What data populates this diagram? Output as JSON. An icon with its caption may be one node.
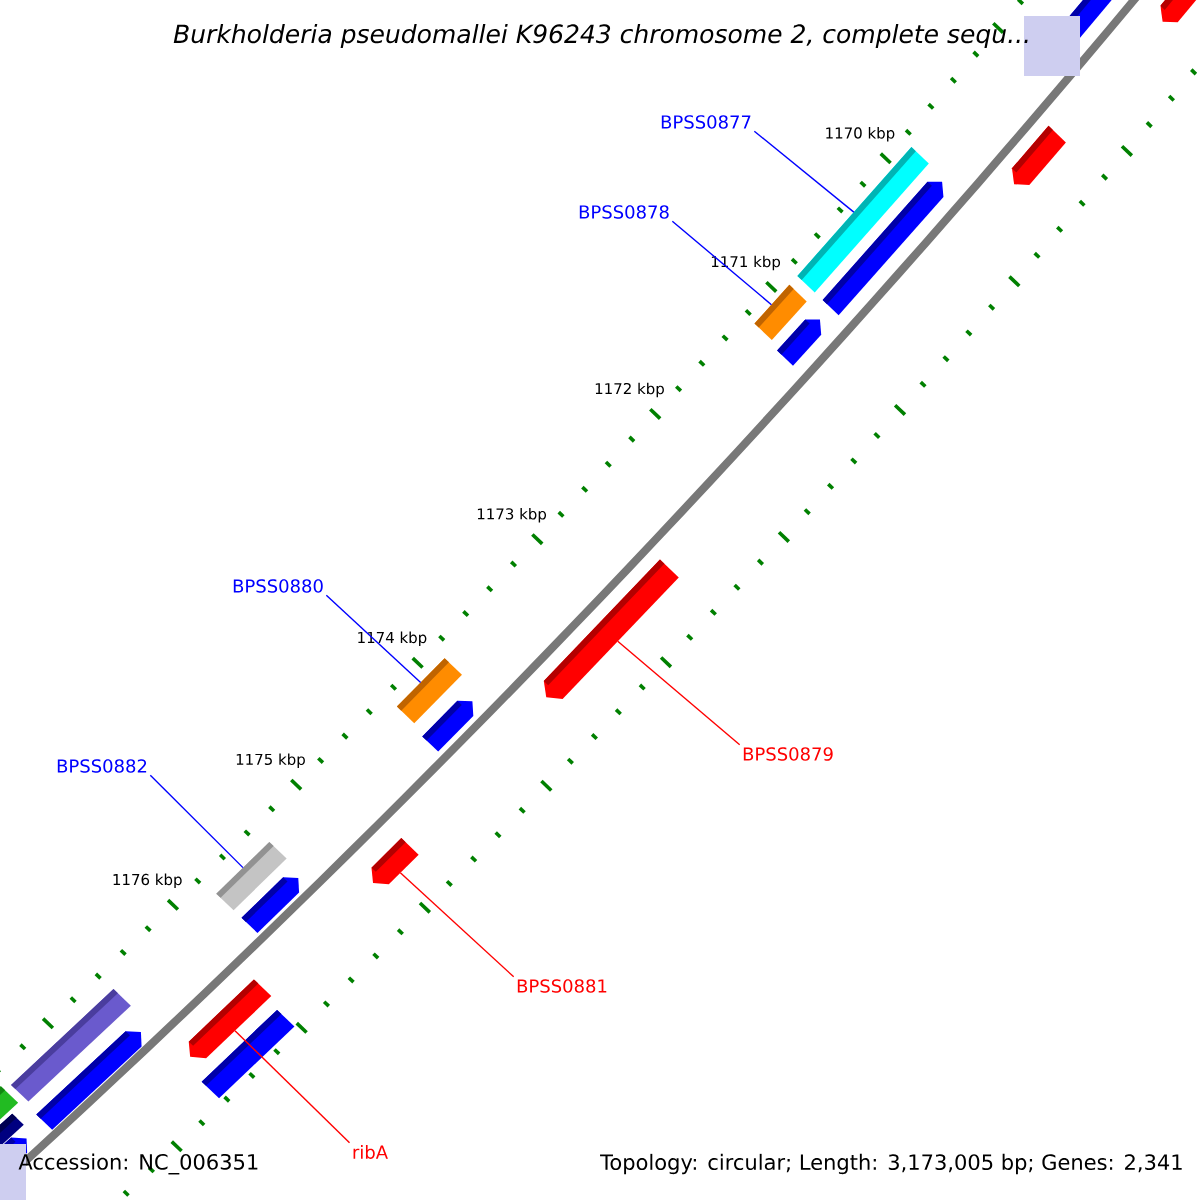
{
  "diagram": {
    "title": "Burkholderia pseudomallei K96243 chromosome 2, complete sequ...",
    "nodes": [
      {
        "text": [
          "BPSS0877"
        ]
      },
      {
        "text": [
          "BPSS0878"
        ]
      },
      {
        "text": [
          "BPSS0880"
        ]
      },
      {
        "text": [
          "BPSS0879"
        ]
      },
      {
        "text": [
          "BPSS0882"
        ]
      },
      {
        "text": [
          "BPSS0881"
        ]
      },
      {
        "text": [
          "ribA"
        ]
      },
      {
        "text": [],
        "shape": "bar"
      },
      {
        "text": [],
        "shape": "bar"
      },
      {
        "text": [],
        "shape": "bar"
      },
      {
        "text": [],
        "shape": "bar"
      },
      {
        "text": [],
        "shape": "bar"
      },
      {
        "text": [],
        "shape": "bar"
      },
      {
        "text": [],
        "shape": "bar"
      }
    ],
    "edges": [
      {
        "from": 0,
        "to": 7,
        "arrow": "none"
      },
      {
        "from": 1,
        "to": 8,
        "arrow": "none"
      },
      {
        "from": 2,
        "to": 10,
        "arrow": "none"
      },
      {
        "from": 3,
        "to": 9,
        "arrow": "none",
        "color": "#ff0000"
      },
      {
        "from": 4,
        "to": 12,
        "arrow": "none"
      },
      {
        "from": 5,
        "to": 11,
        "arrow": "none",
        "color": "#ff0000"
      },
      {
        "from": 6,
        "to": 13,
        "arrow": "none",
        "color": "#ff0000"
      }
    ],
    "labels": [
      "1170 kbp",
      "1171 kbp",
      "1172 kbp",
      "1173 kbp",
      "1174 kbp",
      "1175 kbp",
      "1176 kbp",
      "Accession: NC_006351",
      "Topology: circular; Length: 3,173,005 bp; Genes: 2,341"
    ]
  }
}
